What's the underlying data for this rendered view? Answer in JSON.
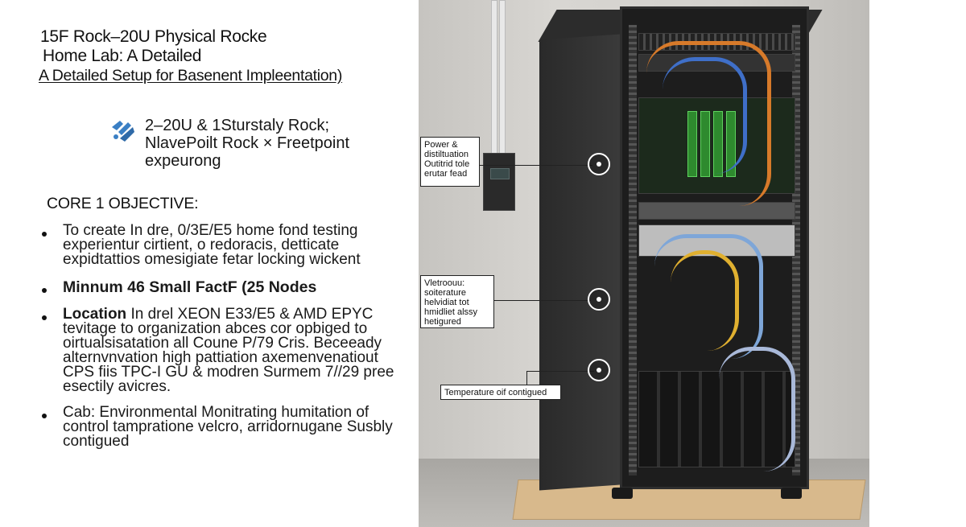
{
  "title": {
    "line1": "15F Rock–20U Physical Rocke",
    "line2": "Home Lab: A Detailed",
    "line3": "A Detailed Setup for Basenent Impleentation)"
  },
  "spec": {
    "icon": "tools-icon",
    "line1": "2–20U & 1Sturstaly Rock;",
    "line2": "NlavePoilt Rock × Freetpoint",
    "line3": "expeurong"
  },
  "core_objective": {
    "heading": "CORE 1 OBJECTIVE:",
    "bullets": [
      {
        "lines": [
          "To create In dre, 0/3E/E5 home fond testing",
          "experientur cirtient, o redoracis, detticate",
          "expidtattios omesigiate fetar locking wickent"
        ]
      },
      {
        "lines": [
          "Minnum 46 Small FactF (25 Nodes"
        ]
      },
      {
        "lead": "Location",
        "lines": [
          " In drel XEON E33/E5 & AMD EPYC",
          "tevitage to organization abces cor opbiged to",
          "oirtualsisatation all Coune P/79 Cris. Beceeady",
          "alternvnvation high pattiation axemenvenatiout",
          "CPS fiis TPC-I GU & modren Surmem 7//29 pree",
          "esectily avicres."
        ]
      },
      {
        "lines": [
          "Cab: Environmental Monitrating humitation of",
          "control tampratione velcro, arridornugane Susbly",
          "contigued"
        ]
      }
    ]
  },
  "callouts": {
    "power": [
      "Power &",
      "distiltuation",
      "Outitrid tole",
      "erutar fead"
    ],
    "ventilation": [
      "Vletroouu:",
      "soiterature",
      "helvidiat tot",
      "hmidliet alssy",
      "hetigured"
    ],
    "temperature": [
      "Temperature oif contigued"
    ]
  },
  "colors": {
    "cable_orange": "#d77a2a",
    "cable_blue": "#3f6fc8",
    "cable_light_blue": "#7ea6d8",
    "gpu_green": "#5fd35f"
  }
}
